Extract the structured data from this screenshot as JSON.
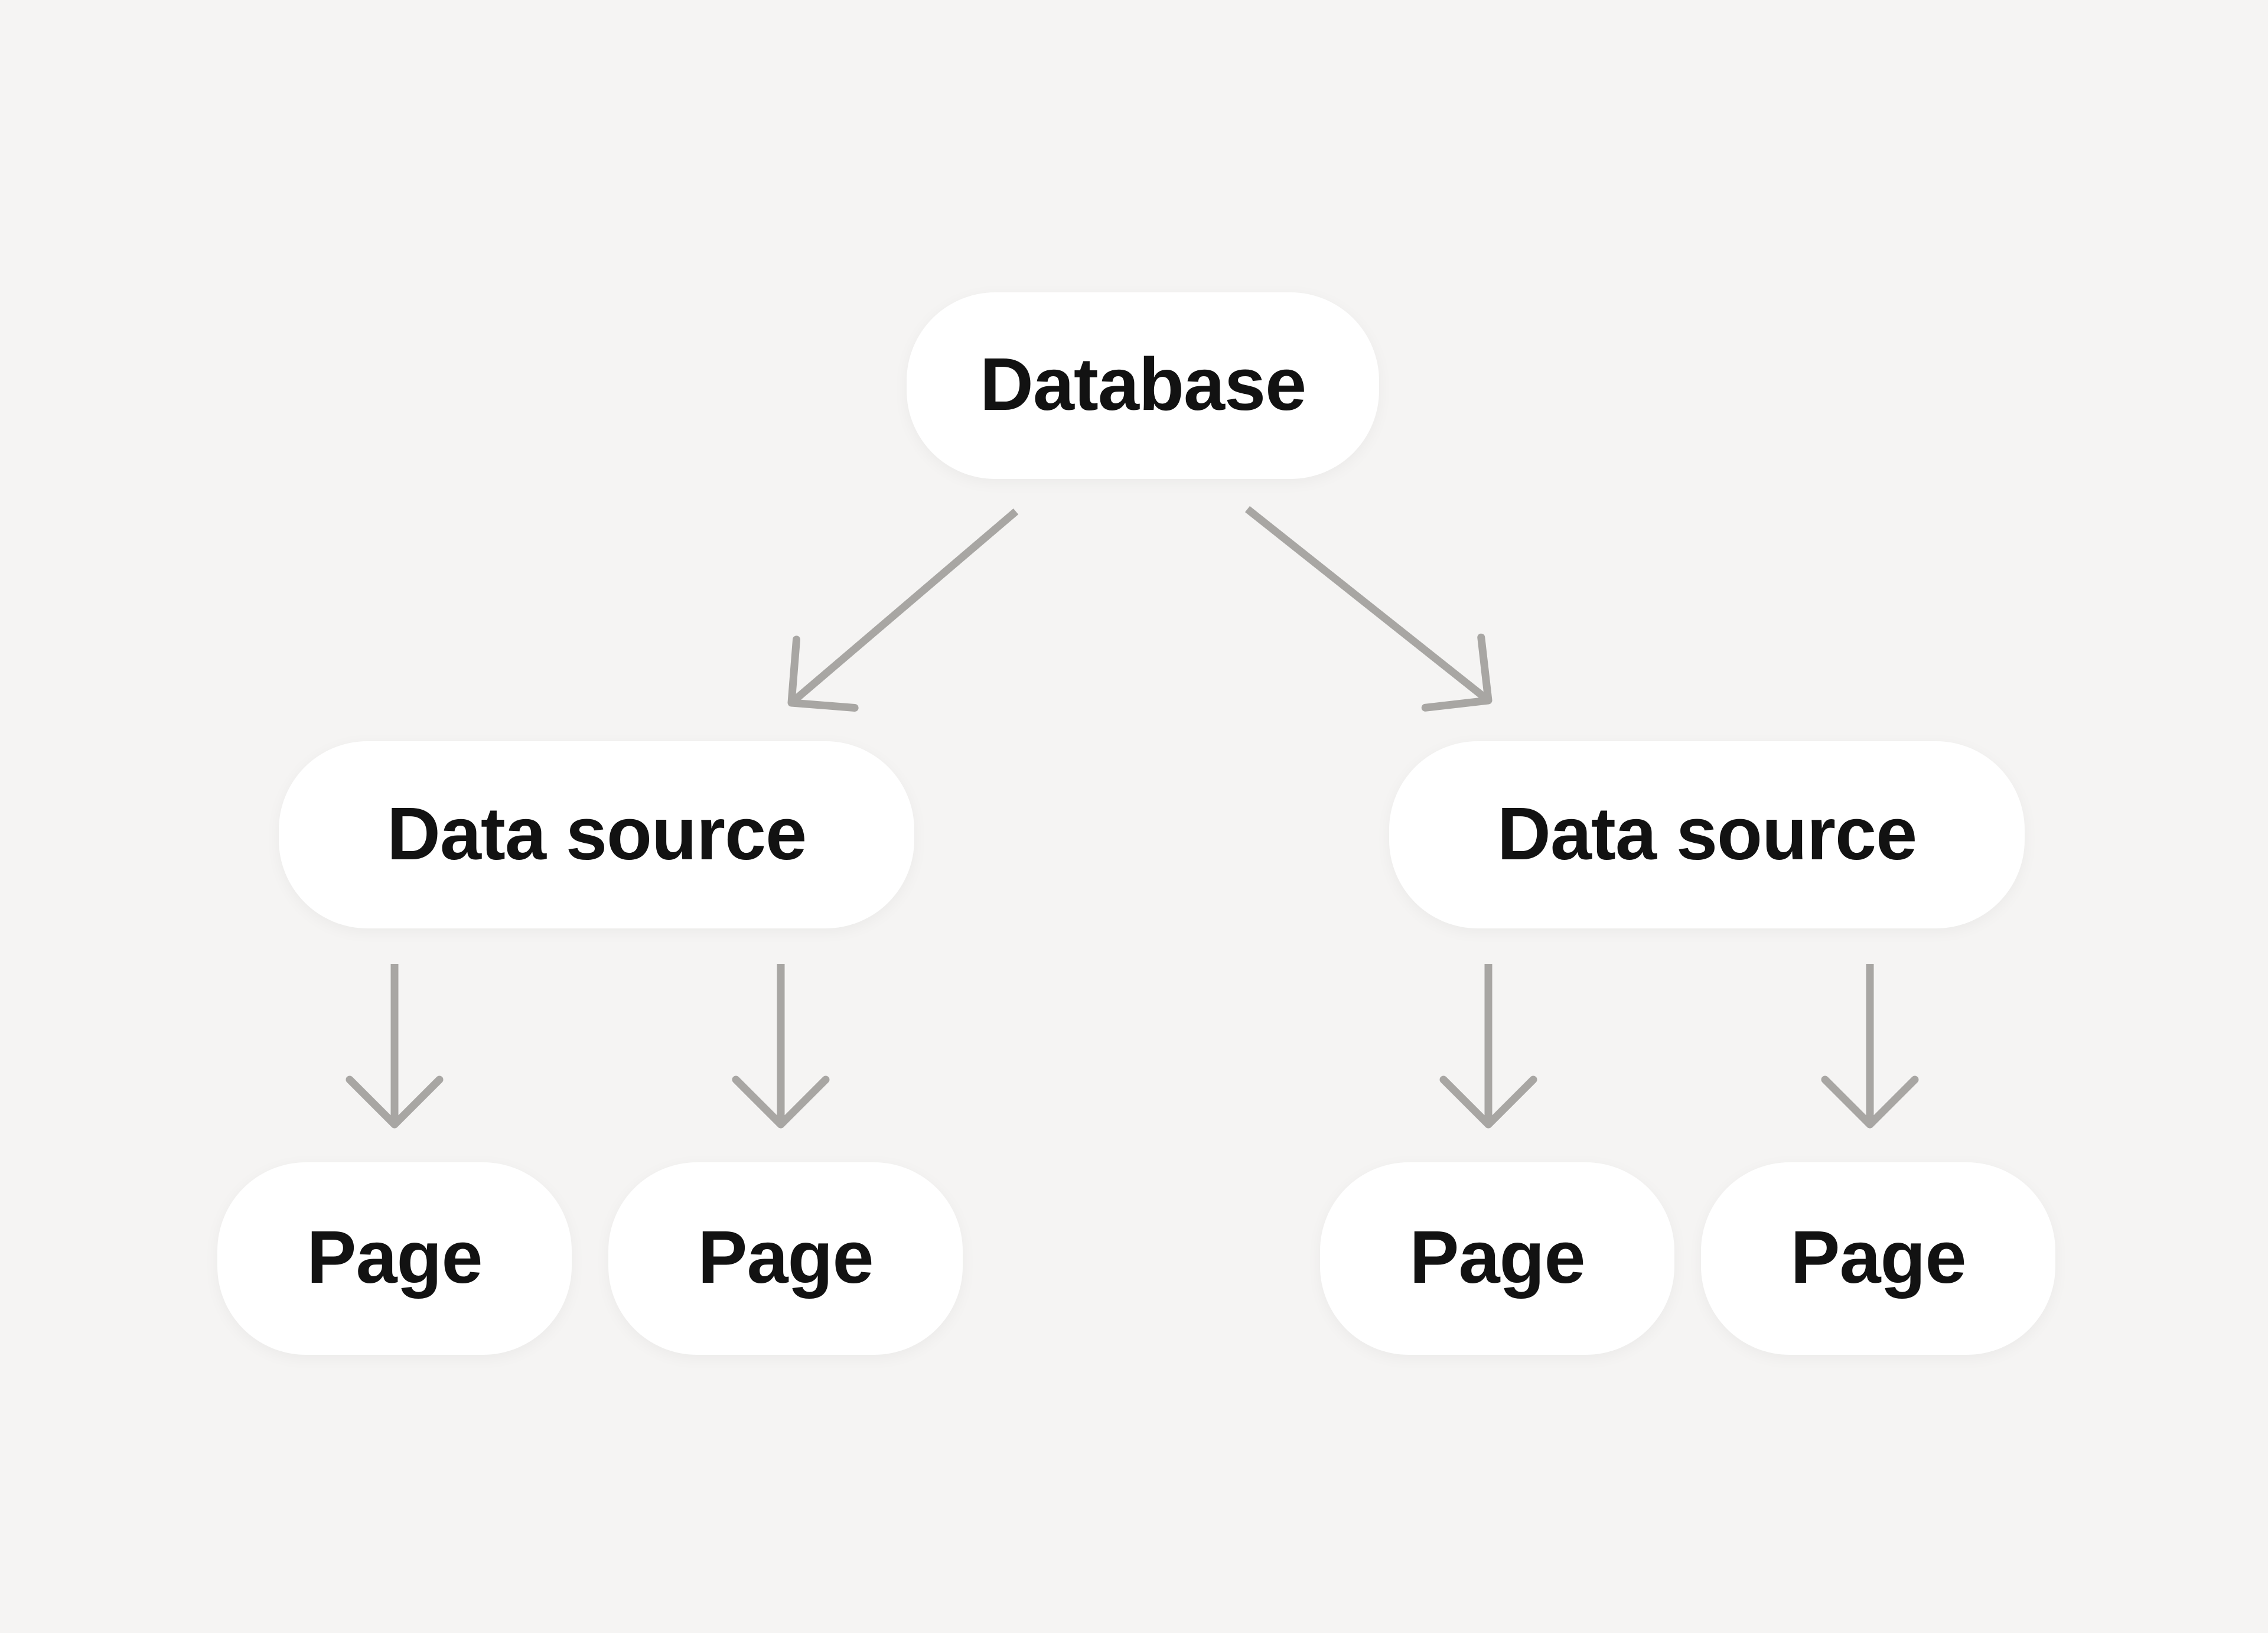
{
  "page": {
    "title": "Database to pages tree diagram"
  },
  "colors": {
    "background": "#F5F4F3",
    "node_fill": "#FFFFFF",
    "label_text": "#121212",
    "arrow": "#A8A6A3"
  },
  "diagram": {
    "type": "tree",
    "nodes": [
      {
        "id": "database",
        "label": "Database",
        "level": 0
      },
      {
        "id": "datasource-1",
        "label": "Data source",
        "level": 1
      },
      {
        "id": "datasource-2",
        "label": "Data source",
        "level": 1
      },
      {
        "id": "page-1",
        "label": "Page",
        "level": 2
      },
      {
        "id": "page-2",
        "label": "Page",
        "level": 2
      },
      {
        "id": "page-3",
        "label": "Page",
        "level": 2
      },
      {
        "id": "page-4",
        "label": "Page",
        "level": 2
      }
    ],
    "edges": [
      {
        "from": "database",
        "to": "datasource-1"
      },
      {
        "from": "database",
        "to": "datasource-2"
      },
      {
        "from": "datasource-1",
        "to": "page-1"
      },
      {
        "from": "datasource-1",
        "to": "page-2"
      },
      {
        "from": "datasource-2",
        "to": "page-3"
      },
      {
        "from": "datasource-2",
        "to": "page-4"
      }
    ]
  }
}
